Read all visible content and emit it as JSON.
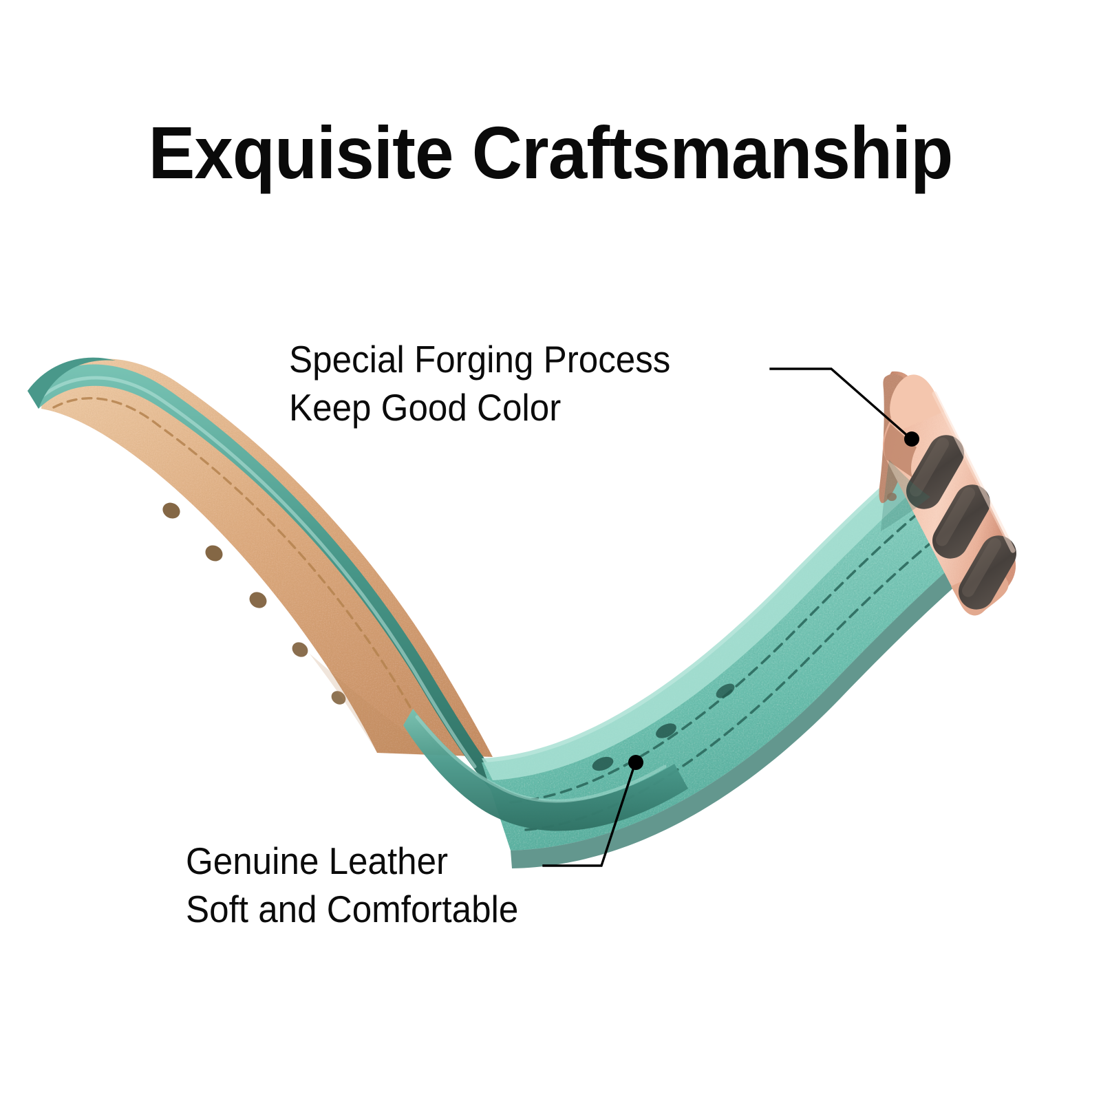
{
  "page": {
    "background_color": "#ffffff",
    "title": "Exquisite Craftsmanship"
  },
  "callouts": [
    {
      "id": "special-forging",
      "text": "Special Forging Process\nKeep Good Color",
      "line": "elbow line from text to rose-gold connector lug",
      "target": "rose-gold-connector"
    },
    {
      "id": "genuine-leather",
      "text": "Genuine Leather\nSoft and Comfortable",
      "line": "elbow line from text to teal leather band",
      "target": "teal-leather-band"
    }
  ],
  "product": {
    "name": "leather watch band",
    "parts": [
      {
        "name": "teal-leather-outer",
        "label": "Genuine leather outer surface",
        "color": "#79c8b9"
      },
      {
        "name": "teal-leather-edge",
        "label": "Painted leather edge",
        "color": "#3f8d80"
      },
      {
        "name": "tan-leather-lining",
        "label": "Tan leather lining (underside)",
        "color": "#d9a87c"
      },
      {
        "name": "rose-gold-connector",
        "label": "Rose gold forged lug connector",
        "color": "#f0b69c"
      },
      {
        "name": "connector-slots",
        "label": "Dark slot cutouts in lug",
        "color": "#4b4340",
        "count": 3
      },
      {
        "name": "adjustment-holes",
        "label": "Strap adjustment holes",
        "color": "#6d5132"
      },
      {
        "name": "stitching",
        "label": "Edge stitching",
        "color": "#2f6f63"
      }
    ]
  },
  "colors": {
    "text": "#0a0a0a",
    "leader_line": "#000000",
    "teal_light": "#9edbcd",
    "teal_mid": "#79c8b9",
    "teal_dark": "#3f8d80",
    "teal_deep": "#2f7468",
    "tan_light": "#e7c39c",
    "tan_mid": "#d9a87c",
    "tan_dark": "#c28f62",
    "rose_light": "#f7cdb8",
    "rose_mid": "#efb69b",
    "rose_dark": "#c98a70",
    "slot_dark": "#4b4340"
  }
}
